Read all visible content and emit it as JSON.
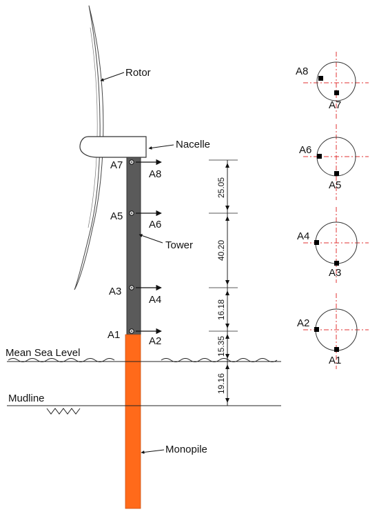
{
  "labels": {
    "rotor": "Rotor",
    "nacelle": "Nacelle",
    "tower": "Tower",
    "monopile": "Monopile",
    "mean_sea_level": "Mean Sea Level",
    "mudline": "Mudline"
  },
  "sensors": {
    "a1": "A1",
    "a2": "A2",
    "a3": "A3",
    "a4": "A4",
    "a5": "A5",
    "a6": "A6",
    "a7": "A7",
    "a8": "A8"
  },
  "dimensions": {
    "d1": "25.05",
    "d2": "40.20",
    "d3": "16.18",
    "d4": "15.35",
    "d5": "19.16"
  },
  "colors": {
    "tower": "#5a5a5a",
    "monopile": "#ff6a1a",
    "axis": "#e03030"
  }
}
